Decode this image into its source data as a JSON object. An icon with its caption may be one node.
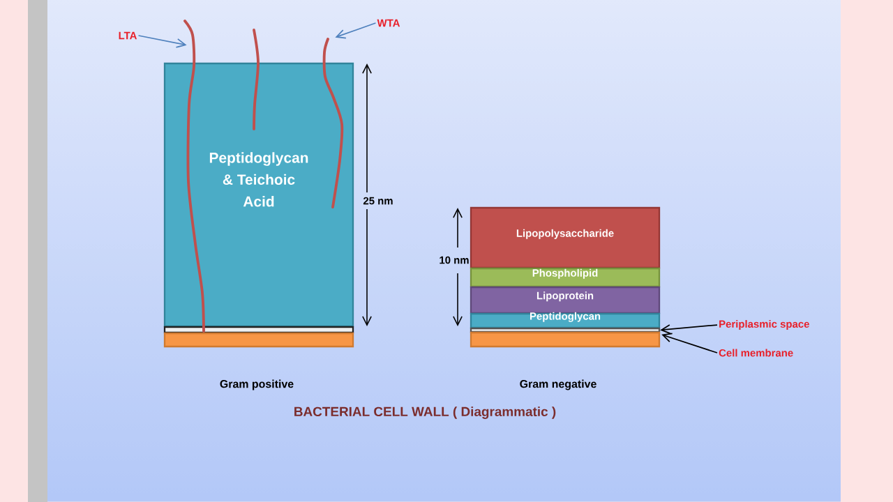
{
  "diagram": {
    "title": "BACTERIAL CELL WALL ( Diagrammatic )",
    "nodes": [
      {
        "text": [
          "Peptidoglycan & Teichoic Acid"
        ]
      },
      {
        "text": [],
        "shape": "bar"
      },
      {
        "text": [],
        "shape": "bar"
      },
      {
        "text": [
          "LTA"
        ]
      },
      {
        "text": [],
        "shape": "strand"
      },
      {
        "text": [
          "WTA"
        ]
      },
      {
        "text": [],
        "shape": "strand"
      },
      {
        "text": [
          "Lipopolysaccharide"
        ]
      },
      {
        "text": [
          "Phospholipid"
        ]
      },
      {
        "text": [
          "Lipoprotein"
        ]
      },
      {
        "text": [
          "Peptidoglycan"
        ]
      },
      {
        "text": [],
        "shape": "bar"
      },
      {
        "text": [],
        "shape": "bar"
      },
      {
        "text": [
          "Periplasmic space"
        ]
      },
      {
        "text": [
          "Cell membrane"
        ]
      }
    ],
    "edges": [
      {
        "from": 3,
        "to": 4,
        "arrow": "to",
        "color": "#4f81bd"
      },
      {
        "from": 5,
        "to": 6,
        "arrow": "to",
        "color": "#4f81bd"
      },
      {
        "from": 13,
        "to": 11,
        "arrow": "to",
        "color": "#000000"
      },
      {
        "from": 14,
        "to": 12,
        "arrow": "to",
        "color": "#000000"
      }
    ],
    "labels": [
      "25 nm",
      "10 nm",
      "Gram positive",
      "Gram negative"
    ]
  }
}
